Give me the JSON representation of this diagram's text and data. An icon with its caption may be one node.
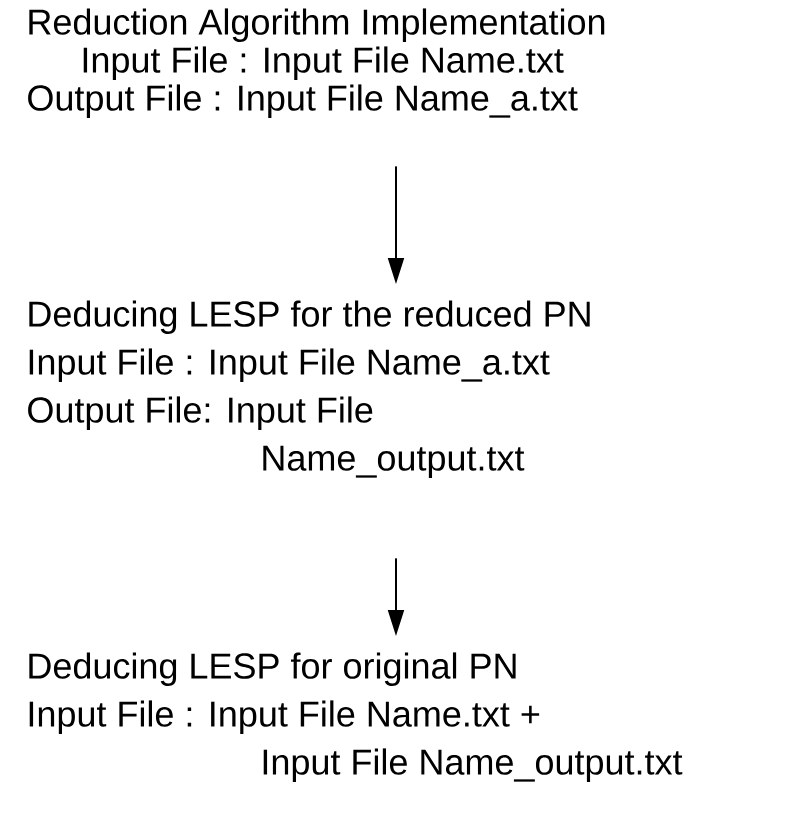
{
  "diagram": {
    "nodes": [
      {
        "text": [
          "Reduction Algorithm Implementation",
          "Input File : Input File Name.txt",
          "Output File : Input File Name_a.txt"
        ]
      },
      {
        "text": [
          "Deducing LESP for the reduced PN",
          "Input File : Input File Name_a.txt",
          "Output File: Input File Name_output.txt"
        ]
      },
      {
        "text": [
          "Deducing LESP for original PN",
          "Input File : Input File Name.txt + Input File Name_output.txt"
        ]
      }
    ],
    "edges": [
      {
        "from": 0,
        "to": 1,
        "arrow": "to"
      },
      {
        "from": 1,
        "to": 2,
        "arrow": "to"
      }
    ]
  }
}
